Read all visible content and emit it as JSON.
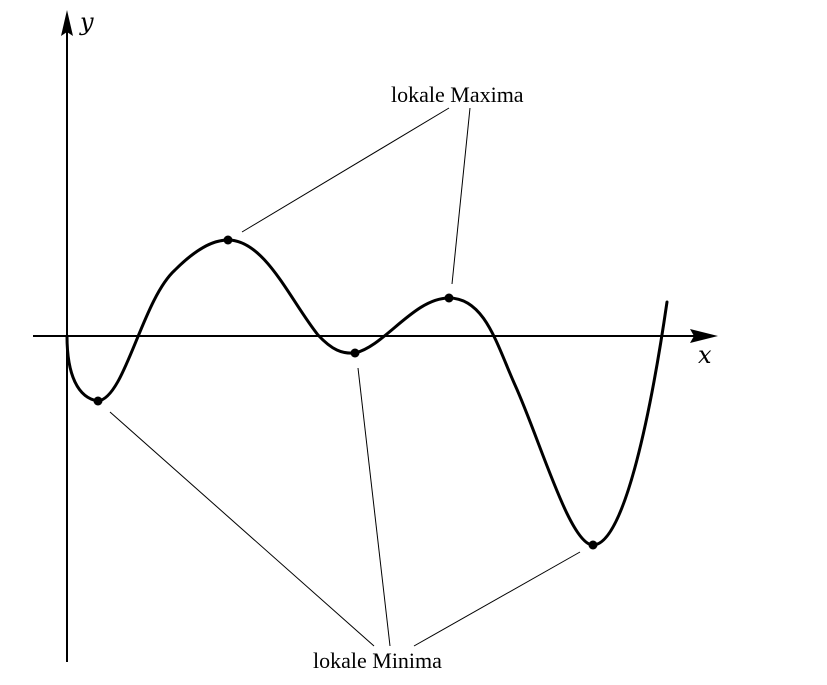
{
  "diagram": {
    "axes": {
      "x_label": "x",
      "y_label": "y"
    },
    "annotations": {
      "maxima_label": "lokale Maxima",
      "minima_label": "lokale Minima"
    },
    "colors": {
      "stroke": "#000000",
      "background": "#ffffff"
    }
  }
}
